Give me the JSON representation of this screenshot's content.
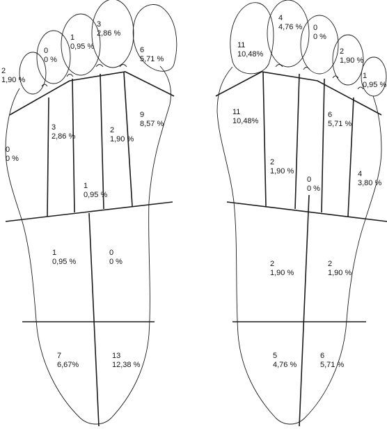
{
  "left_foot": {
    "zones": [
      {
        "id": "toe5",
        "count": "2",
        "percent": "1,90 %"
      },
      {
        "id": "toe4",
        "count": "0",
        "percent": "0 %"
      },
      {
        "id": "toe3",
        "count": "1",
        "percent": "0,95 %"
      },
      {
        "id": "toe2",
        "count": "3",
        "percent": "2,86 %"
      },
      {
        "id": "hallux",
        "count": "6",
        "percent": "5,71 %"
      },
      {
        "id": "mth5",
        "count": "3",
        "percent": "2,86 %"
      },
      {
        "id": "mth1",
        "count": "9",
        "percent": "8,57 %"
      },
      {
        "id": "lateral-fore",
        "count": "0",
        "percent": "0 %"
      },
      {
        "id": "mth2",
        "count": "2",
        "percent": "1,90 %"
      },
      {
        "id": "mth3",
        "count": "1",
        "percent": "0,95 %"
      },
      {
        "id": "mid-lateral",
        "count": "1",
        "percent": "0,95 %"
      },
      {
        "id": "mid-medial",
        "count": "0",
        "percent": "0 %"
      },
      {
        "id": "heel-lateral",
        "count": "7",
        "percent": "6,67%"
      },
      {
        "id": "heel-medial",
        "count": "13",
        "percent": "12,38 %"
      }
    ]
  },
  "right_foot": {
    "zones": [
      {
        "id": "hallux",
        "count": "11",
        "percent": "10,48%"
      },
      {
        "id": "toe2",
        "count": "4",
        "percent": "4,76 %"
      },
      {
        "id": "toe3",
        "count": "0",
        "percent": "0 %"
      },
      {
        "id": "toe4",
        "count": "2",
        "percent": "1,90 %"
      },
      {
        "id": "toe5",
        "count": "1",
        "percent": "0,95 %"
      },
      {
        "id": "mth1",
        "count": "11",
        "percent": "10,48%"
      },
      {
        "id": "mth2",
        "count": "2",
        "percent": "1,90 %"
      },
      {
        "id": "mth3",
        "count": "0",
        "percent": "0 %"
      },
      {
        "id": "mth4",
        "count": "6",
        "percent": "5,71 %"
      },
      {
        "id": "lateral-fore",
        "count": "4",
        "percent": "3,80 %"
      },
      {
        "id": "mid-medial",
        "count": "2",
        "percent": "1,90 %"
      },
      {
        "id": "mid-lateral",
        "count": "2",
        "percent": "1,90 %"
      },
      {
        "id": "heel-medial",
        "count": "5",
        "percent": "4,76 %"
      },
      {
        "id": "heel-lateral",
        "count": "6",
        "percent": "5,71 %"
      }
    ]
  },
  "colors": {
    "line": "#1a1a1a",
    "text": "#111111",
    "background": "#ffffff"
  }
}
